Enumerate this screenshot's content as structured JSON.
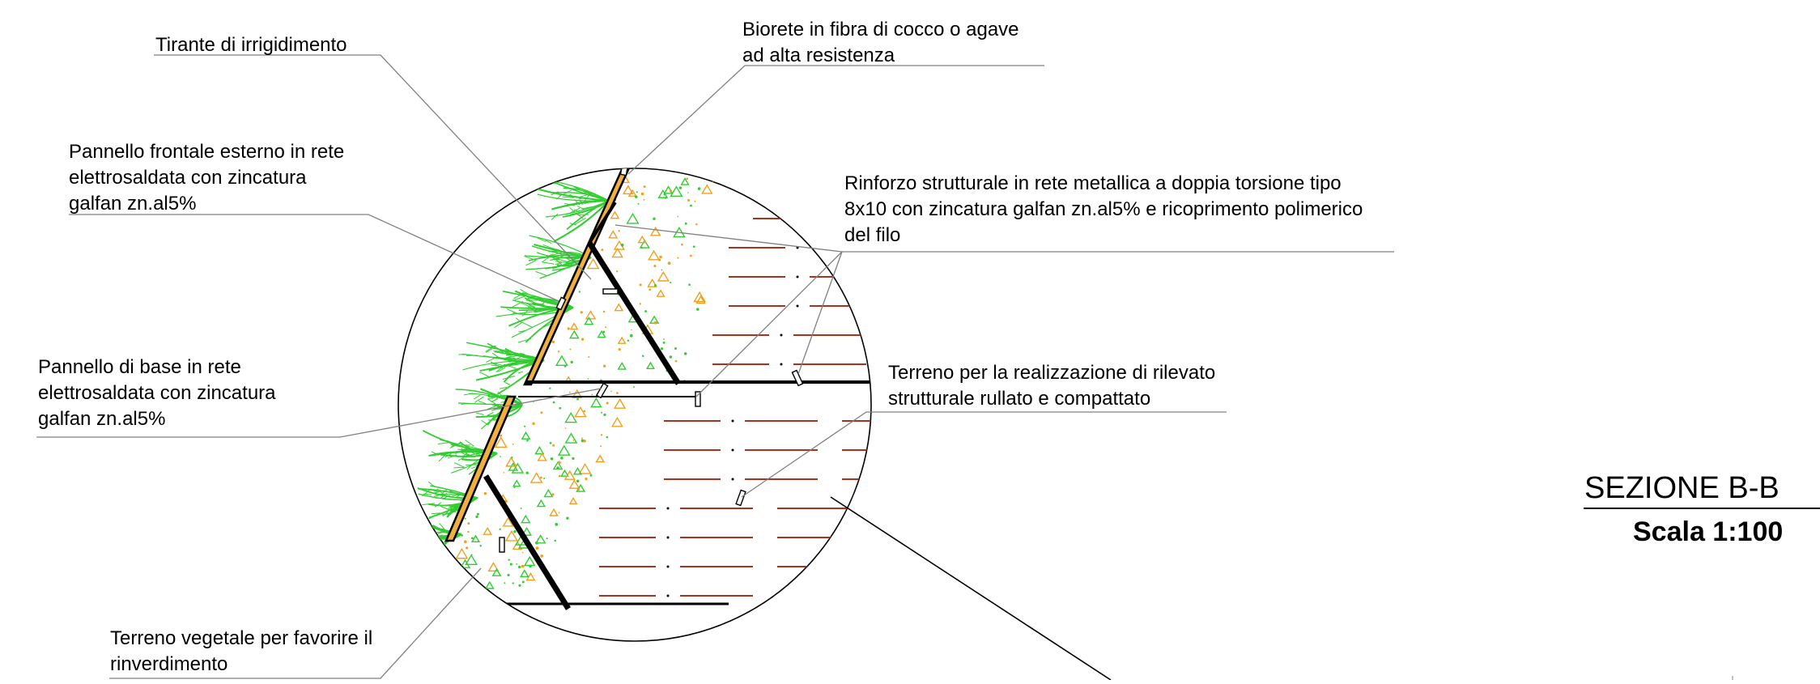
{
  "colors": {
    "line": "#000000",
    "leader": "#808080",
    "vegetation": "#33cc33",
    "aggregate": "#f0a020",
    "soil_layers": "#a83220",
    "panel_fill": "#f0b040"
  },
  "labels": {
    "tirante": "Tirante di irrigidimento",
    "biorete": [
      "Biorete in fibra di cocco o agave",
      "ad alta resistenza"
    ],
    "pannello_frontale": [
      "Pannello frontale esterno in rete",
      "elettrosaldata con zincatura",
      "galfan zn.al5%"
    ],
    "rinforzo": [
      "Rinforzo strutturale in rete metallica a doppia torsione tipo",
      "8x10 con zincatura galfan zn.al5% e ricoprimento polimerico",
      "del filo"
    ],
    "pannello_base": [
      "Pannello di base in rete",
      "elettrosaldata con zincatura",
      "galfan zn.al5%"
    ],
    "terreno_rilevato": [
      "Terreno per la realizzazione di rilevato",
      "strutturale rullato e compattato"
    ],
    "terreno_vegetale": [
      "Terreno vegetale per favorire il",
      "rinverdimento"
    ]
  },
  "title": {
    "section": "SEZIONE B-B",
    "scale": "Scala 1:100"
  }
}
